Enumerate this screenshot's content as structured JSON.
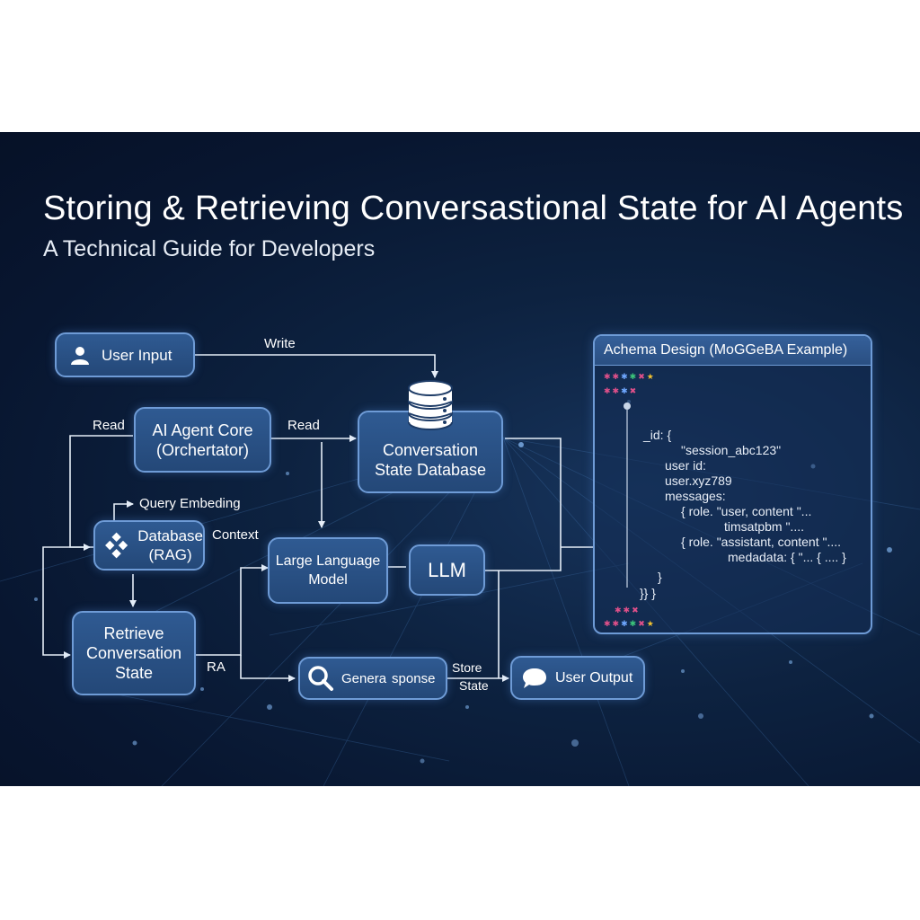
{
  "title": "Storing & Retrieving Conversastional State for AI Agents",
  "subtitle": "A Technical Guide for Developers",
  "nodes": {
    "user_input": "User Input",
    "agent_core_line1": "AI Agent Core",
    "agent_core_line2": "(Orchertator)",
    "state_db_line1": "Conversation",
    "state_db_line2": "State Database",
    "rag_db_line1": "Database",
    "rag_db_line2": "(RAG)",
    "llm_model_line1": "Large Language",
    "llm_model_line2": "Model",
    "llm": "LLM",
    "retrieve_line1": "Retrieve",
    "retrieve_line2": "Conversation",
    "retrieve_line3": "State",
    "generate": "Genera  sponse",
    "user_output": "User Output"
  },
  "edge_labels": {
    "write": "Write",
    "read_left": "Read",
    "read_right": "Read",
    "query_embedding": "Query Embeding",
    "context": "Context",
    "ra": "RA",
    "store": "Store",
    "state": "State"
  },
  "schema": {
    "title": "Achema Design (MoGGeBA Example)",
    "lines": [
      "_id: {",
      "\"session_abc123\"",
      "user id:",
      "user.xyz789",
      "messages:",
      "{  role. \"user, content \"...",
      "timsatpbm \"....",
      "{  role. \"assistant, content  \"....",
      "medadata: {  \"...  {  ....  }",
      "}",
      "}} }"
    ]
  },
  "icons": {
    "user_input": "user-icon",
    "state_db": "database-icon",
    "rag_db": "diamond-grid-icon",
    "generate": "magnifier-icon",
    "user_output": "chat-bubble-icon"
  },
  "colors": {
    "panel_bg": "#0b1d38",
    "node_fill": "#2a5088",
    "node_border": "#6e9bd6",
    "wire": "#e6eef8",
    "dot_pink": "#e0508a",
    "dot_green": "#3cc47a",
    "dot_yellow": "#f2c230",
    "dot_blue": "#6fa8ff"
  }
}
